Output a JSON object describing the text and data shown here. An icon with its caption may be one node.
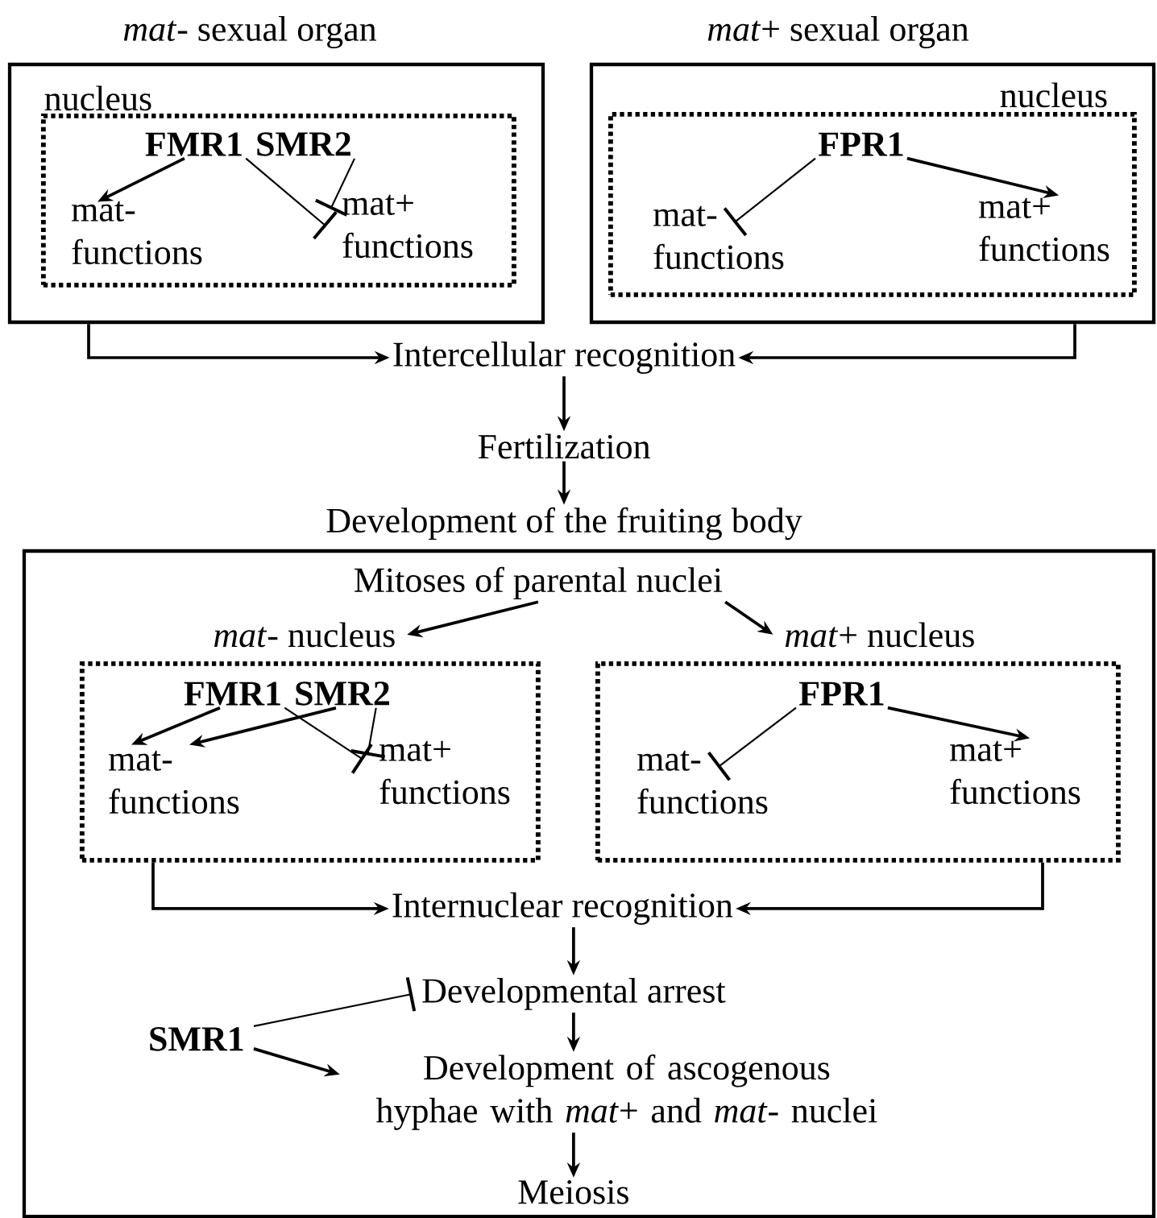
{
  "diagram": {
    "nodes": [
      {
        "text": [
          "*mat*- sexual organ"
        ]
      },
      {
        "text": [
          "nucleus"
        ],
        "in": 0
      },
      {
        "text": [
          "FMR1"
        ],
        "in": 1
      },
      {
        "text": [
          "SMR2"
        ],
        "in": 1
      },
      {
        "text": [
          "mat- functions"
        ],
        "in": 1
      },
      {
        "text": [
          "mat+ functions"
        ],
        "in": 1
      },
      {
        "text": [
          "*mat*+ sexual organ"
        ]
      },
      {
        "text": [
          "nucleus"
        ],
        "in": 6
      },
      {
        "text": [
          "FPR1"
        ],
        "in": 7
      },
      {
        "text": [
          "mat- functions"
        ],
        "in": 7
      },
      {
        "text": [
          "mat+ functions"
        ],
        "in": 7
      },
      {
        "text": [
          "Intercellular recognition"
        ]
      },
      {
        "text": [
          "Fertilization"
        ]
      },
      {
        "text": [
          "Development of the fruiting body"
        ]
      },
      {
        "text": [
          "Mitoses of parental nuclei"
        ],
        "in": 13
      },
      {
        "text": [
          "*mat*- nucleus"
        ],
        "in": 13
      },
      {
        "text": [
          "FMR1"
        ],
        "in": 15
      },
      {
        "text": [
          "SMR2"
        ],
        "in": 15
      },
      {
        "text": [
          "mat- functions"
        ],
        "in": 15
      },
      {
        "text": [
          "mat+ functions"
        ],
        "in": 15
      },
      {
        "text": [
          "*mat*+ nucleus"
        ],
        "in": 13
      },
      {
        "text": [
          "FPR1"
        ],
        "in": 20
      },
      {
        "text": [
          "mat- functions"
        ],
        "in": 20
      },
      {
        "text": [
          "mat+ functions"
        ],
        "in": 20
      },
      {
        "text": [
          "Internuclear recognition"
        ],
        "in": 13
      },
      {
        "text": [
          "Developmental  arrest"
        ],
        "in": 13
      },
      {
        "text": [
          "SMR1"
        ],
        "in": 13
      },
      {
        "text": [
          "Development of ascogenous hyphae with *mat*+ and  *mat*- nuclei"
        ],
        "in": 13
      },
      {
        "text": [
          "Meiosis"
        ],
        "in": 13
      }
    ],
    "edges": [
      {
        "from": 2,
        "to": 4,
        "arrow": "to"
      },
      {
        "from": 2,
        "to": 5,
        "arrow": "other"
      },
      {
        "from": 3,
        "to": 5,
        "arrow": "other"
      },
      {
        "from": 8,
        "to": 9,
        "arrow": "other"
      },
      {
        "from": 8,
        "to": 10,
        "arrow": "to"
      },
      {
        "from": 0,
        "to": 11,
        "arrow": "to"
      },
      {
        "from": 6,
        "to": 11,
        "arrow": "to"
      },
      {
        "from": 11,
        "to": 12,
        "arrow": "to"
      },
      {
        "from": 12,
        "to": 13,
        "arrow": "to"
      },
      {
        "from": 14,
        "to": 15,
        "arrow": "to"
      },
      {
        "from": 14,
        "to": 20,
        "arrow": "to"
      },
      {
        "from": 16,
        "to": 18,
        "arrow": "to"
      },
      {
        "from": 16,
        "to": 19,
        "arrow": "other"
      },
      {
        "from": 17,
        "to": 18,
        "arrow": "to"
      },
      {
        "from": 17,
        "to": 19,
        "arrow": "other"
      },
      {
        "from": 21,
        "to": 22,
        "arrow": "other"
      },
      {
        "from": 21,
        "to": 23,
        "arrow": "to"
      },
      {
        "from": 15,
        "to": 24,
        "arrow": "to"
      },
      {
        "from": 20,
        "to": 24,
        "arrow": "to"
      },
      {
        "from": 24,
        "to": 25,
        "arrow": "to"
      },
      {
        "from": 26,
        "to": 25,
        "arrow": "other"
      },
      {
        "from": 26,
        "to": 27,
        "arrow": "to"
      },
      {
        "from": 25,
        "to": 27,
        "arrow": "to"
      },
      {
        "from": 27,
        "to": 28,
        "arrow": "to"
      }
    ]
  }
}
